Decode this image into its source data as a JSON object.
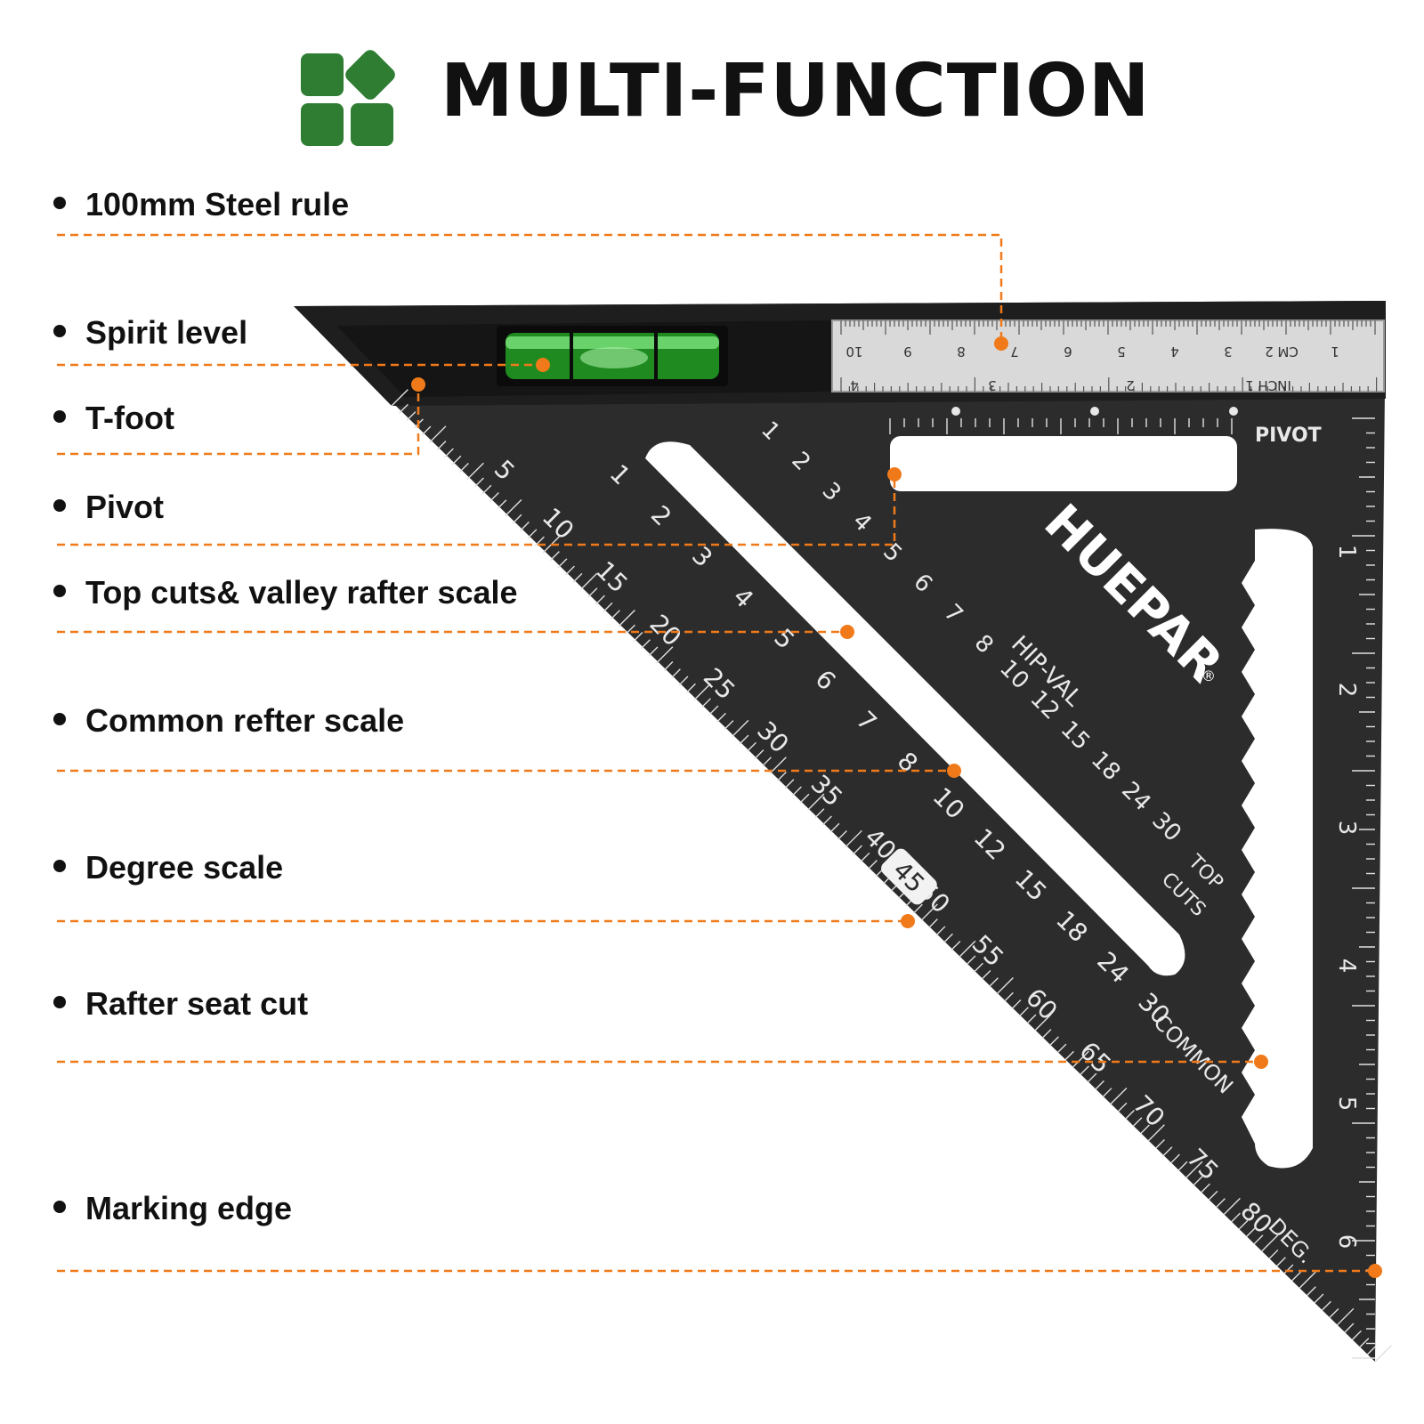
{
  "title": "MULTI-FUNCTION",
  "brand": "HUEPAR",
  "brand_mark": "®",
  "callouts": [
    {
      "label": "100mm Steel rule"
    },
    {
      "label": "Spirit level"
    },
    {
      "label": "T-foot"
    },
    {
      "label": "Pivot"
    },
    {
      "label": "Top cuts& valley rafter scale"
    },
    {
      "label": "Common refter scale"
    },
    {
      "label": "Degree scale"
    },
    {
      "label": "Rafter seat cut"
    },
    {
      "label": "Marking edge"
    }
  ],
  "tool": {
    "pivot_label": "PIVOT",
    "hip_val_label": "HIP-VAL",
    "top_cuts_label": [
      "TOP",
      "CUTS"
    ],
    "common_label": "COMMON",
    "deg_label": "DEG.",
    "highlight_degree": "45",
    "steel_rule": {
      "cm_numbers": [
        "10",
        "9",
        "8",
        "7",
        "6",
        "5",
        "4",
        "3",
        "CM 2",
        "1"
      ],
      "inch_numbers": [
        "4",
        "3",
        "2",
        "INCH 1"
      ]
    },
    "degree_numbers": [
      "5",
      "10",
      "15",
      "20",
      "25",
      "30",
      "35",
      "40",
      "50",
      "55",
      "60",
      "65",
      "70",
      "75",
      "80"
    ],
    "common_numbers": [
      "1",
      "2",
      "3",
      "4",
      "5",
      "6",
      "7",
      "8",
      "10",
      "12",
      "15",
      "18",
      "24",
      "30"
    ],
    "top_cut_numbers": [
      "1",
      "2",
      "3",
      "4",
      "5",
      "6",
      "7",
      "8",
      "10",
      "12",
      "15",
      "18",
      "24",
      "30"
    ],
    "side_inch_numbers": [
      "1",
      "2",
      "3",
      "4",
      "5",
      "6"
    ]
  },
  "colors": {
    "accent": "#f07a1a",
    "logo_green": "#2e7d32",
    "tool_body": "#2b2b2b",
    "level_green": "#3ad13a"
  }
}
